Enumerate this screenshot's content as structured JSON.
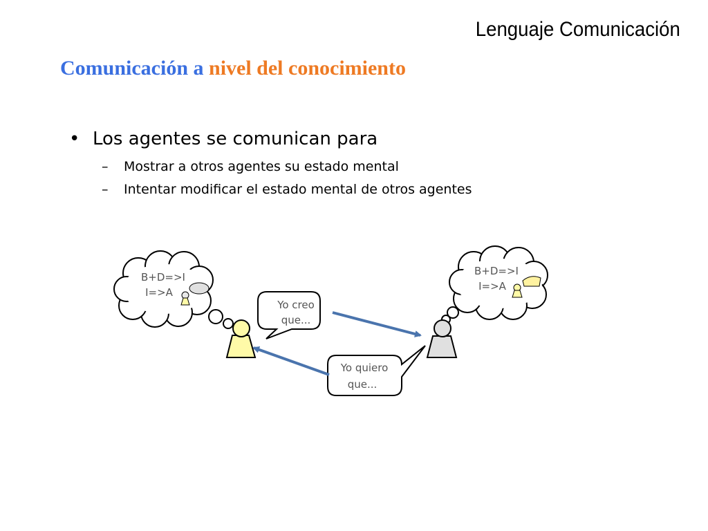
{
  "header": {
    "title": "Lenguaje Comunicación"
  },
  "subtitle": {
    "part_a": "Comunicación a",
    "part_b": "nivel del conocimiento"
  },
  "bullets": {
    "main": "Los agentes se comunican para",
    "sub": [
      "Mostrar a otros agentes su estado mental",
      "Intentar modificar el estado mental de otros agentes"
    ]
  },
  "diagram": {
    "left_thought": {
      "line1": "B+D=>I",
      "line2": "I=>A"
    },
    "right_thought": {
      "line1": "B+D=>I",
      "line2": "I=>A"
    },
    "speech_1": {
      "line1": "Yo creo",
      "line2": "que..."
    },
    "speech_2": {
      "line1": "Yo quiero",
      "line2": "que..."
    },
    "colors": {
      "agent_left": "#fffaa8",
      "agent_right": "#e0e0e0",
      "arrow": "#4a74ad"
    }
  }
}
